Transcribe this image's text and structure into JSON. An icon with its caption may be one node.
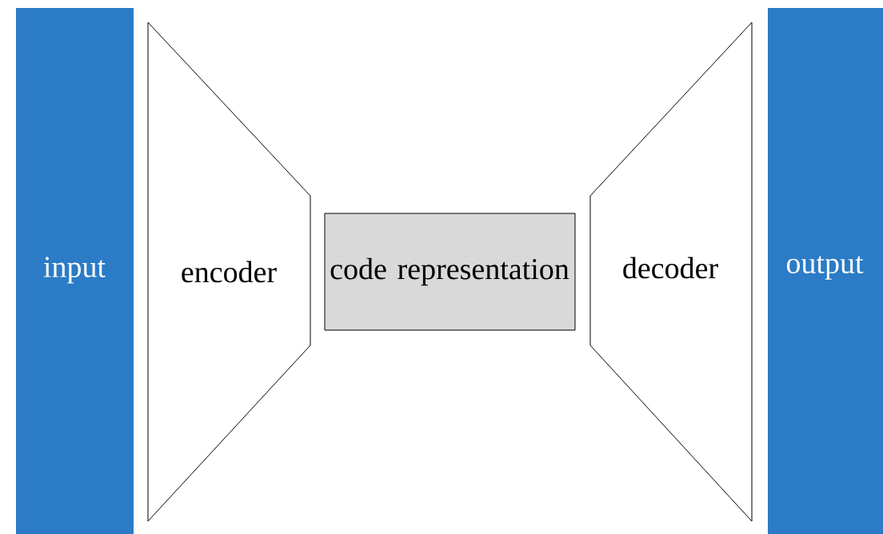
{
  "diagram": {
    "nodes": [
      {
        "text": [
          "input"
        ]
      },
      {
        "text": [
          "encoder"
        ]
      },
      {
        "text": [
          "code representation"
        ]
      },
      {
        "text": [
          "decoder"
        ]
      },
      {
        "text": [
          "output"
        ]
      }
    ]
  }
}
